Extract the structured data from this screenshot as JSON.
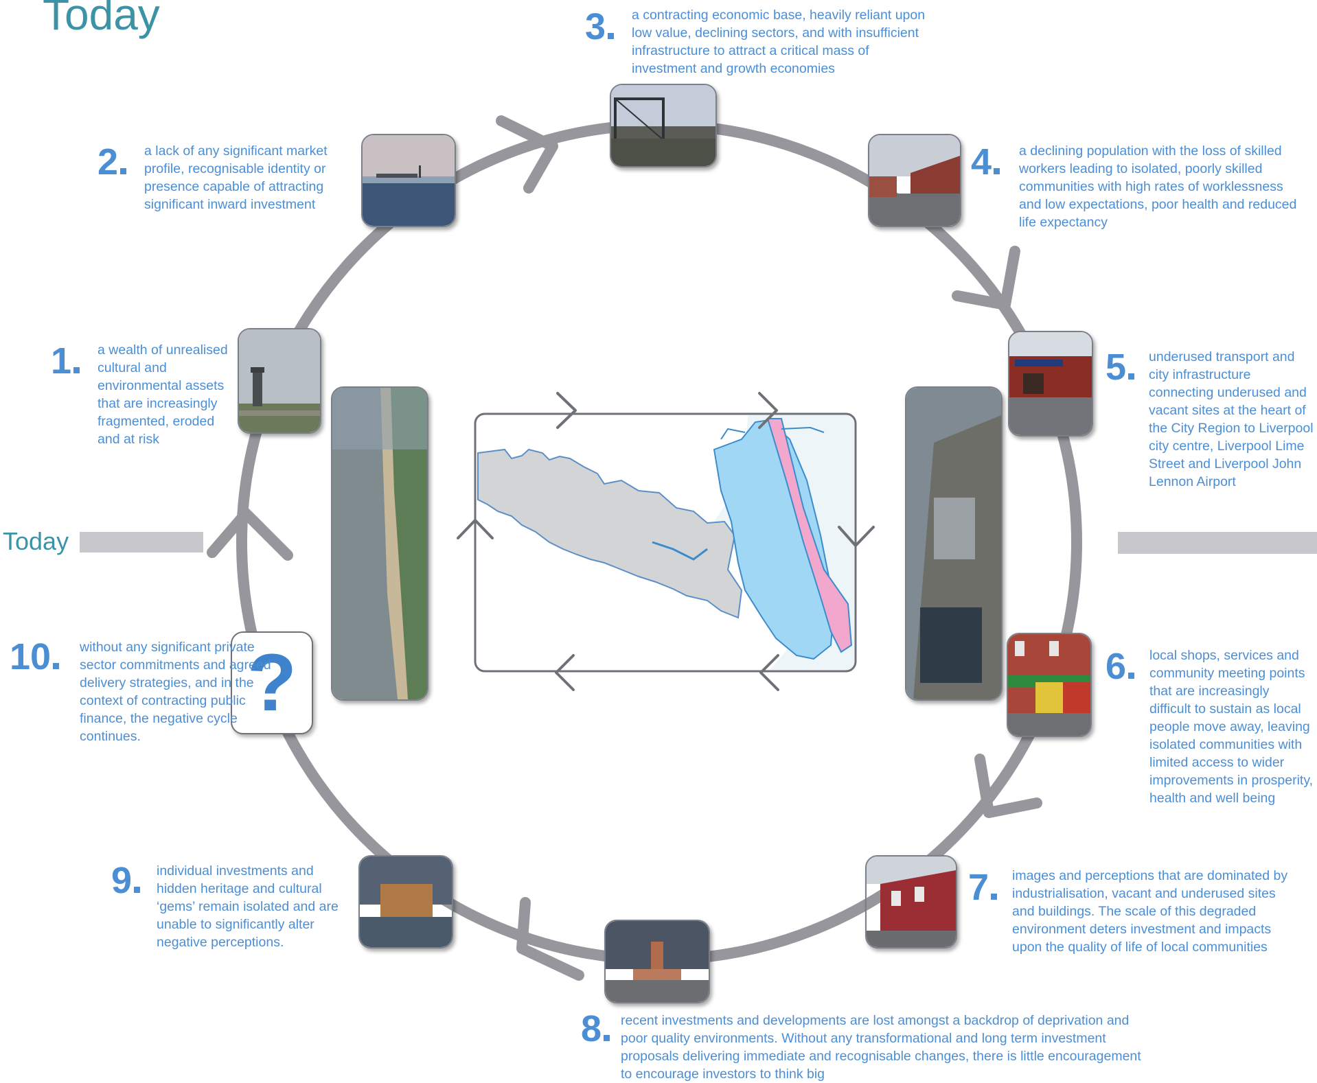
{
  "title": "Today",
  "side_label": "Today",
  "colors": {
    "accent_text": "#4c8ed4",
    "title": "#3d93a6",
    "cycle_ring": "#96969c",
    "map_water": "#9fd7f5",
    "map_highlight": "#f2a7cc"
  },
  "center_icon": "map-of-regeneration-area",
  "question_mark": "?",
  "items": [
    {
      "number": "1",
      "text": "a wealth of unrealised cultural and environmental assets that are increasingly fragmented, eroded and at risk",
      "photo": "lighthouse-tower-photo"
    },
    {
      "number": "2",
      "text": "a lack of any significant market profile, recognisable identity or presence capable of attracting significant inward investment",
      "photo": "river-dusk-photo"
    },
    {
      "number": "3",
      "text": "a contracting economic base, heavily reliant upon low value, declining sectors, and with insufficient infrastructure to attract a critical mass of investment and growth economies",
      "photo": "derelict-warehouse-photo"
    },
    {
      "number": "4",
      "text": "a declining population with the loss of skilled workers leading to isolated, poorly skilled communities with high rates of worklessness and low expectations, poor health and reduced life expectancy",
      "photo": "terraced-street-photo"
    },
    {
      "number": "5",
      "text": "underused transport and city infrastructure connecting underused and vacant sites at the heart of the City Region to Liverpool city centre, Liverpool Lime Street and Liverpool John Lennon Airport",
      "photo": "station-building-photo"
    },
    {
      "number": "6",
      "text": "local shops, services and community meeting points that are increasingly difficult to sustain as local people move away, leaving isolated communities with limited access to wider improvements in prosperity, health and well being",
      "photo": "local-shops-photo"
    },
    {
      "number": "7",
      "text": "images and perceptions that are dominated by industrialisation, vacant and underused sites and buildings. The scale of this degraded environment deters investment and impacts upon the quality of life of local communities",
      "photo": "red-brick-houses-photo"
    },
    {
      "number": "8",
      "text": "recent investments and developments are lost amongst a backdrop of deprivation and poor quality environments. Without any transformational and long term investment proposals delivering immediate and recognisable changes, there is little encouragement to encourage investors to think big",
      "photo": "clock-tower-photo"
    },
    {
      "number": "9",
      "text": "individual investments and hidden heritage and cultural ‘gems’ remain isolated and are unable to significantly alter negative perceptions.",
      "photo": "mill-building-photo"
    },
    {
      "number": "10",
      "text": "without any significant private sector commitments and agreed delivery strategies, and in the context of contracting public finance, the negative cycle continues.",
      "photo": "question-box"
    }
  ]
}
